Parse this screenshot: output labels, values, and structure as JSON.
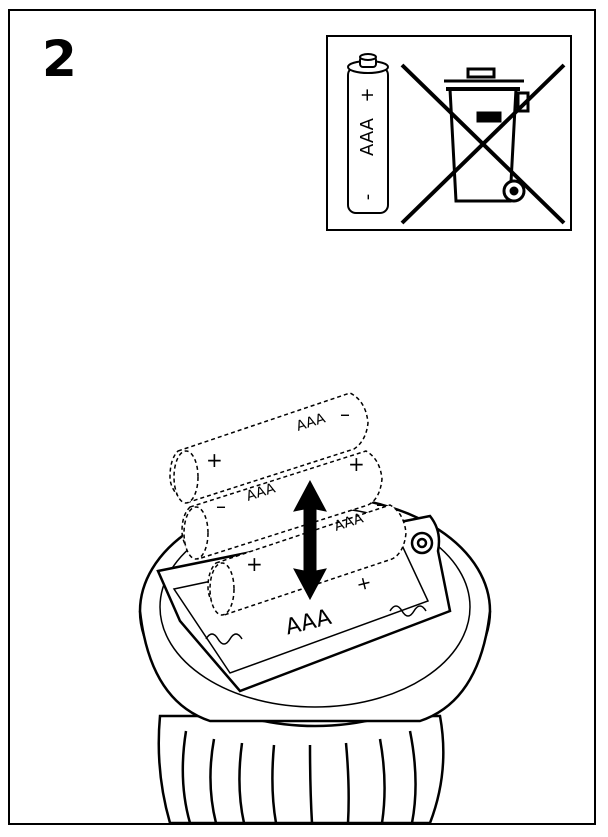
{
  "step": {
    "number": "2"
  },
  "warning": {
    "battery_label": "AAA",
    "battery_plus": "+",
    "battery_minus": "-",
    "icon_battery": "aaa-battery-icon",
    "icon_bin": "crossed-out-wheelie-bin-icon"
  },
  "illustration": {
    "battery_label": "AAA",
    "plus": "+",
    "minus": "–",
    "compartment_label": "AAA",
    "icon_arrow": "double-headed-arrow-icon",
    "icon_device": "remote-control-device-icon"
  }
}
